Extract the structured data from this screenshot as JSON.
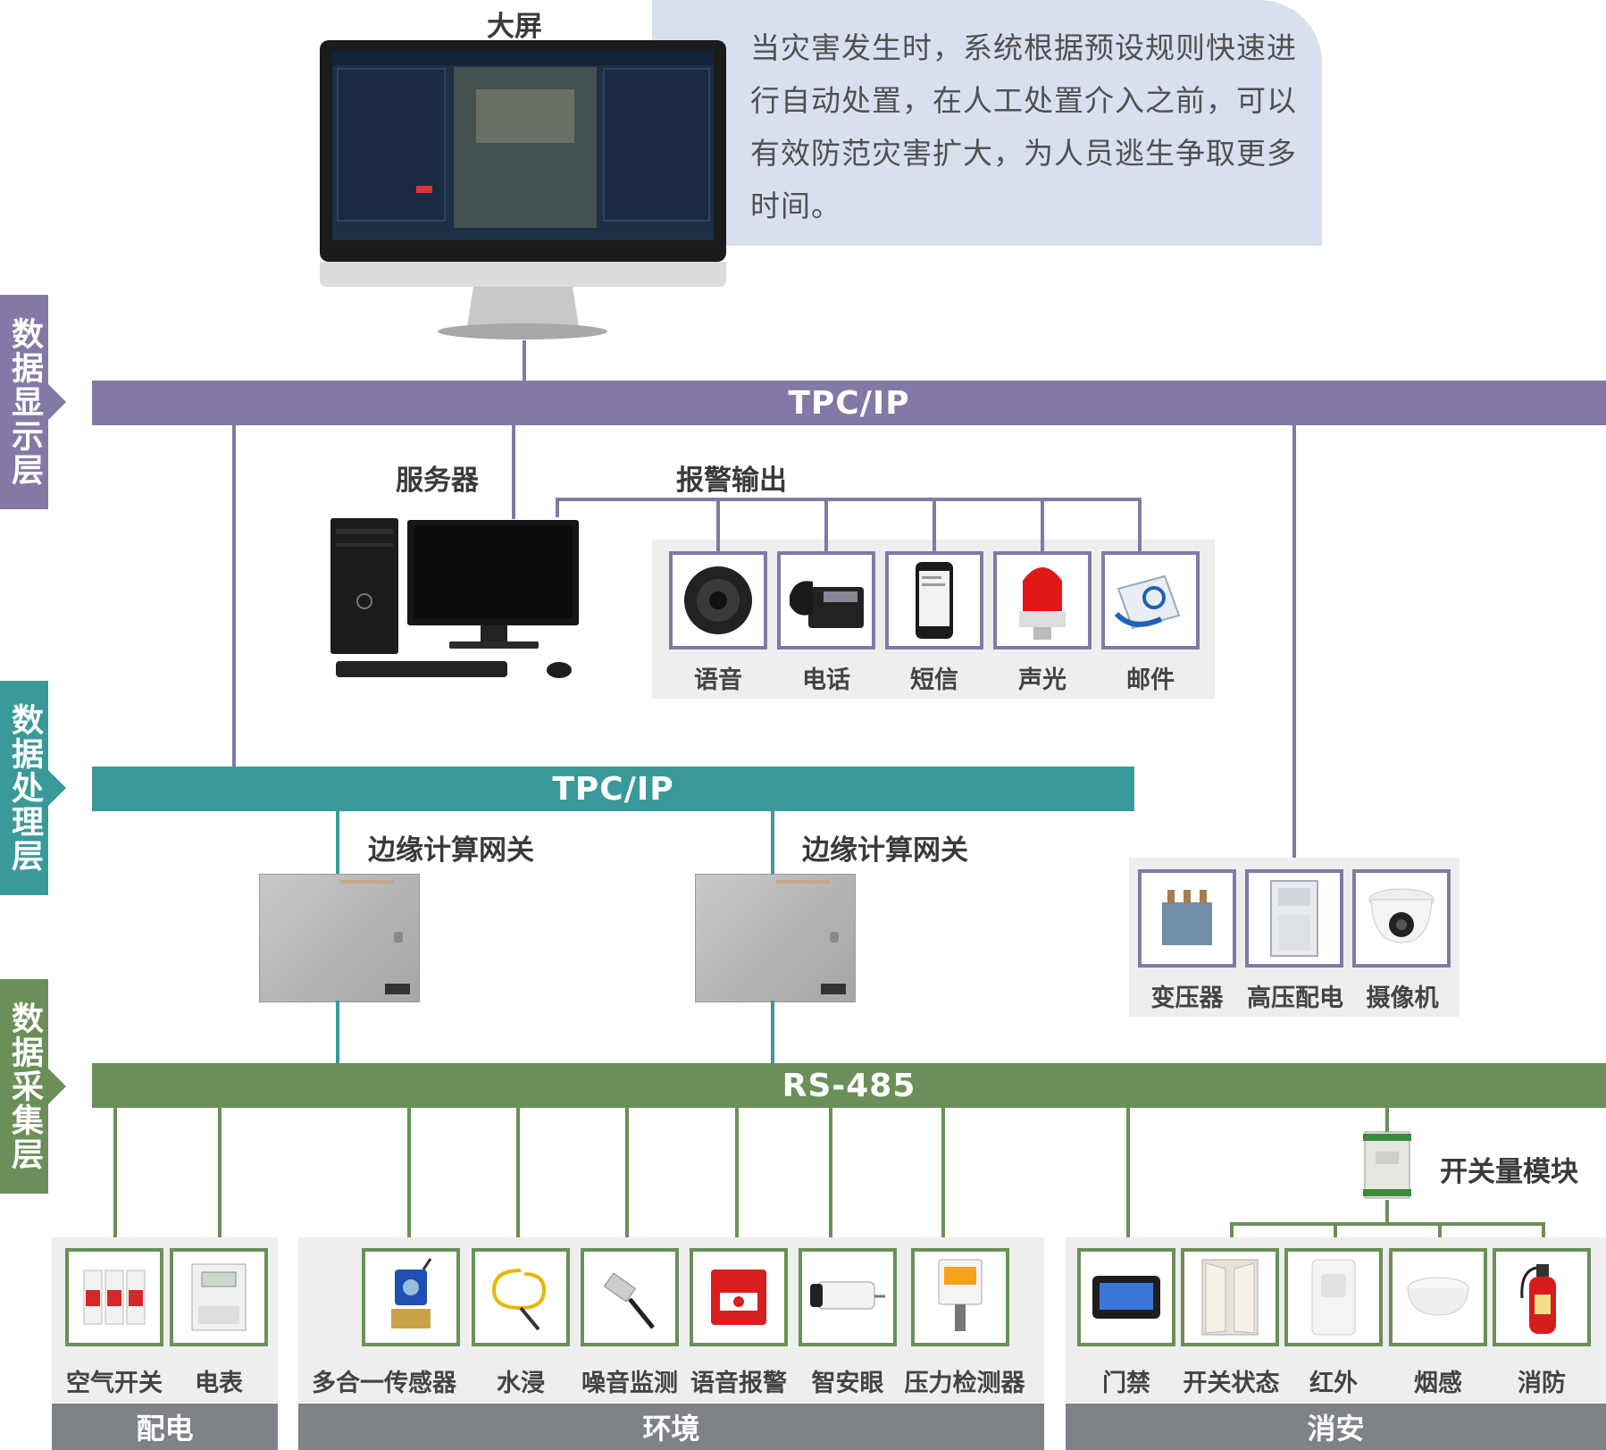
{
  "display": {
    "title": "大屏",
    "callout_text": "当灾害发生时，系统根据预设规则快速进行自动处置，在人工处置介入之前，可以有效防范灾害扩大，为人员逃生争取更多时间。"
  },
  "layers": [
    "数据显示层",
    "数据处理层",
    "数据采集层"
  ],
  "buses": {
    "top": "TPC/IP",
    "middle": "TPC/IP",
    "bottom": "RS-485"
  },
  "server": {
    "label": "服务器"
  },
  "alarm_output": {
    "label": "报警输出",
    "items": [
      "语音",
      "电话",
      "短信",
      "声光",
      "邮件"
    ]
  },
  "gateways": [
    "边缘计算网关",
    "边缘计算网关"
  ],
  "right_devices": [
    "变压器",
    "高压配电",
    "摄像机"
  ],
  "switch_module": {
    "label": "开关量模块"
  },
  "groups": [
    {
      "name": "配电",
      "items": [
        "空气开关",
        "电表"
      ]
    },
    {
      "name": "环境",
      "items": [
        "多合一传感器",
        "水浸",
        "噪音监测",
        "语音报警",
        "智安眼",
        "压力检测器"
      ]
    },
    {
      "name": "消安",
      "items": [
        "门禁",
        "开关状态",
        "红外",
        "烟感",
        "消防"
      ]
    }
  ],
  "colors": {
    "display_layer": "#8378a6",
    "processing_layer": "#3a9a9a",
    "collection_layer": "#6a8f58",
    "category_bar": "#7f8287",
    "callout_bg": "#d8e0ef"
  }
}
